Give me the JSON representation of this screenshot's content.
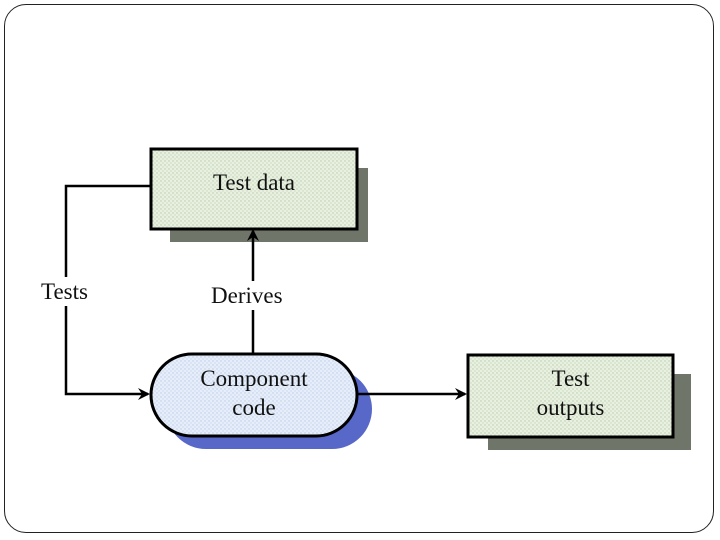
{
  "nodes": {
    "test_data": {
      "label": "Test data"
    },
    "component_code": {
      "line1": "Component",
      "line2": "code"
    },
    "test_outputs": {
      "line1": "Test",
      "line2": "outputs"
    }
  },
  "edges": {
    "tests": "Tests",
    "derives": "Derives"
  },
  "colors": {
    "box_fill": "#dfe8d6",
    "box_shadow": "#6f7568",
    "oval_fill": "#dbe6f5",
    "oval_shadow": "#5868c8",
    "line": "#000000"
  }
}
